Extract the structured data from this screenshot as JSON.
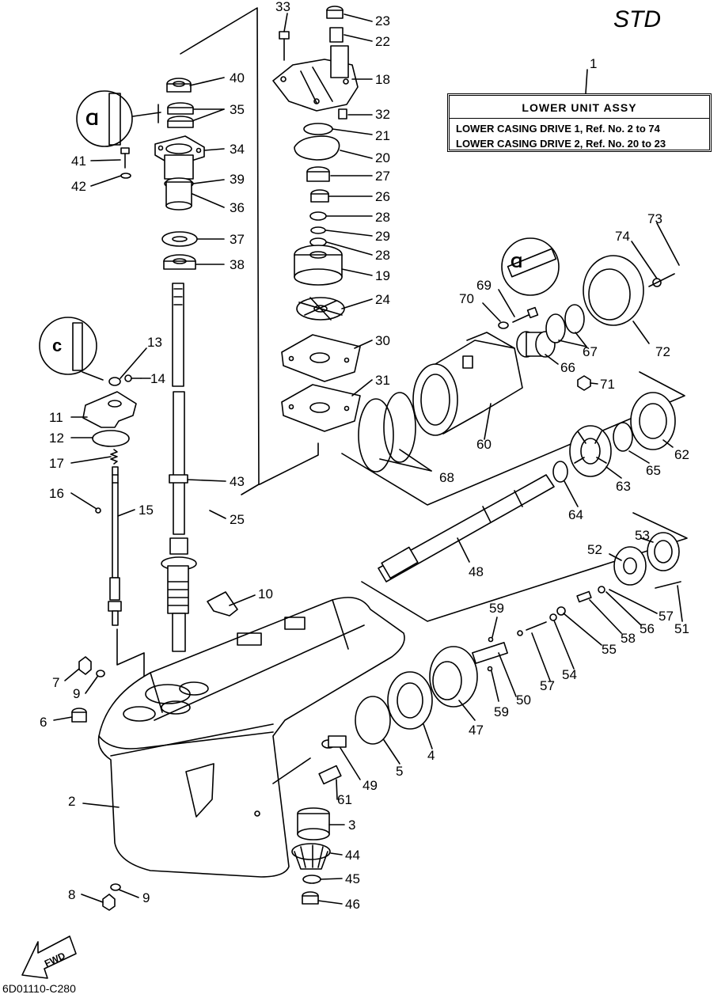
{
  "header": {
    "variant": "STD"
  },
  "assembly": {
    "ref_number": "1",
    "title": "LOWER UNIT ASSY",
    "lines": [
      "LOWER CASING DRIVE 1,  Ref. No. 2 to 74",
      "LOWER CASING DRIVE 2,  Ref. No. 20 to 23"
    ]
  },
  "footer": {
    "drawing_code": "6D01110-C280"
  },
  "fwd_label": "FWD",
  "callouts": [
    "33",
    "23",
    "22",
    "18",
    "40",
    "35",
    "32",
    "21",
    "34",
    "20",
    "41",
    "27",
    "42",
    "39",
    "26",
    "36",
    "28",
    "29",
    "37",
    "38",
    "19",
    "24",
    "13",
    "14",
    "30",
    "11",
    "31",
    "12",
    "17",
    "43",
    "16",
    "15",
    "25",
    "10",
    "7",
    "9",
    "6",
    "2",
    "8",
    "9",
    "49",
    "61",
    "3",
    "44",
    "45",
    "46",
    "73",
    "74",
    "69",
    "70",
    "67",
    "72",
    "66",
    "71",
    "60",
    "62",
    "65",
    "68",
    "63",
    "64",
    "53",
    "52",
    "48",
    "57",
    "51",
    "56",
    "58",
    "55",
    "59",
    "54",
    "57",
    "50",
    "59",
    "47",
    "4",
    "5"
  ],
  "colors": {
    "ink": "#000000",
    "paper": "#ffffff"
  }
}
